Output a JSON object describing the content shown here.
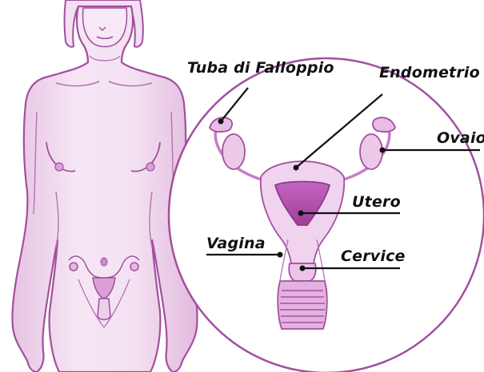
{
  "labels": {
    "fallopian_tube": "Tuba di Falloppio",
    "endometrium": "Endometrio",
    "ovary": "Ovaio",
    "uterus": "Utero",
    "vagina": "Vagina",
    "cervix": "Cervice"
  },
  "colors": {
    "skin": "#f1dcef",
    "outline": "#a24f9f",
    "organ_light": "#e9bfe5",
    "organ_mid": "#d68ed2",
    "organ_dark": "#b659b2",
    "leader_line": "#111111"
  }
}
